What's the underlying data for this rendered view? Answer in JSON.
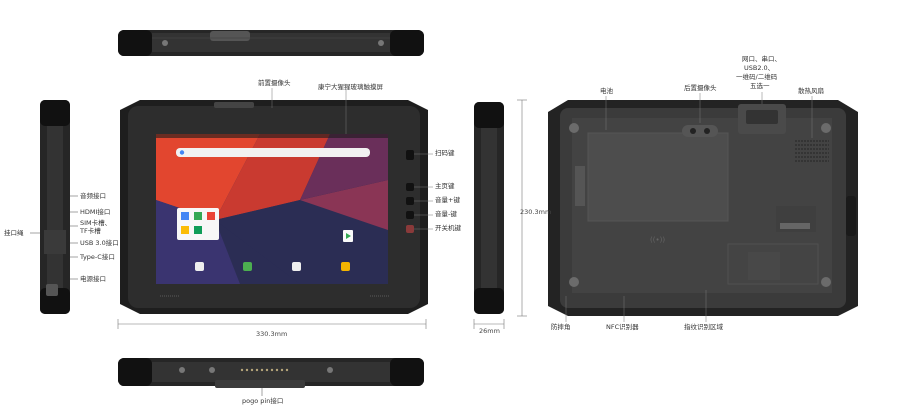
{
  "labels": {
    "front_camera": "前置摄像头",
    "screen": "康宁大猩猩玻璃触摸屏",
    "scan_key": "扫码键",
    "home_key": "主页键",
    "vol_up": "音量+键",
    "vol_down": "音量-键",
    "power_key": "开关机键",
    "audio": "音频接口",
    "hdmi": "HDMI接口",
    "sim": "SIM卡槽、",
    "tf": "TF卡槽",
    "strap": "挂口绳",
    "usb3": "USB 3.0接口",
    "typec": "Type-C接口",
    "power_port": "电源接口",
    "battery": "电池",
    "rear_camera": "后置摄像头",
    "ports_title": "网口、串口、",
    "ports_line2": "USB2.0、",
    "ports_line3": "一维码/二维码",
    "ports_line4": "五选一",
    "fan": "散热风扇",
    "bumper": "防摔角",
    "nfc": "NFC识别器",
    "fingerprint": "指纹识别区域",
    "pogo": "pogo pin接口",
    "nfc_badge": "((•))"
  },
  "dimensions": {
    "width": "330.3mm",
    "height": "230.3mm",
    "thickness": "26mm"
  },
  "screen_icons": [
    "chrome-icon",
    "maps-icon",
    "gmail-icon",
    "drive-icon",
    "playstore-icon"
  ],
  "colors": {
    "body": "#2a2a2a",
    "bumper": "#1c1c1c",
    "screen_red": "#e2462f",
    "screen_navy": "#2b2d54",
    "accent_red": "#c83a3a"
  }
}
